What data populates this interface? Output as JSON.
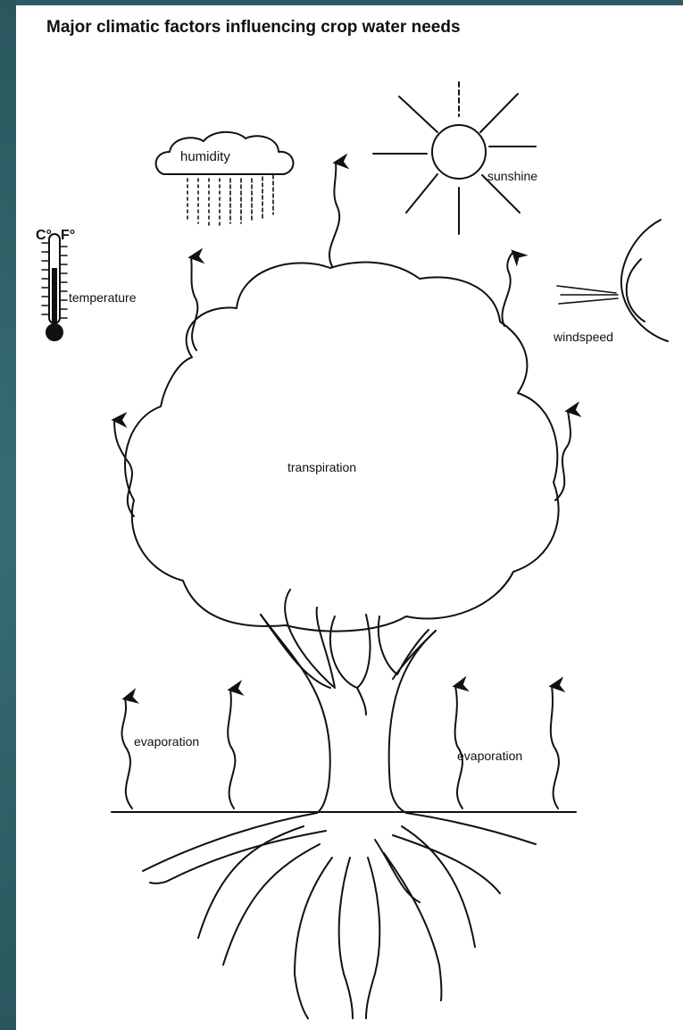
{
  "slide": {
    "title": "Major climatic factors influencing crop water needs"
  },
  "diagram": {
    "labels": {
      "humidity": "humidity",
      "sunshine": "sunshine",
      "temperature": "temperature",
      "thermometer_celsius": "C°",
      "thermometer_fahrenheit": "F°",
      "windspeed": "windspeed",
      "transpiration": "transpiration",
      "evaporation_left": "evaporation",
      "evaporation_right": "evaporation"
    },
    "colors": {
      "background_bar": "#2d5c63",
      "canvas": "#ffffff",
      "ink": "#111111"
    }
  }
}
